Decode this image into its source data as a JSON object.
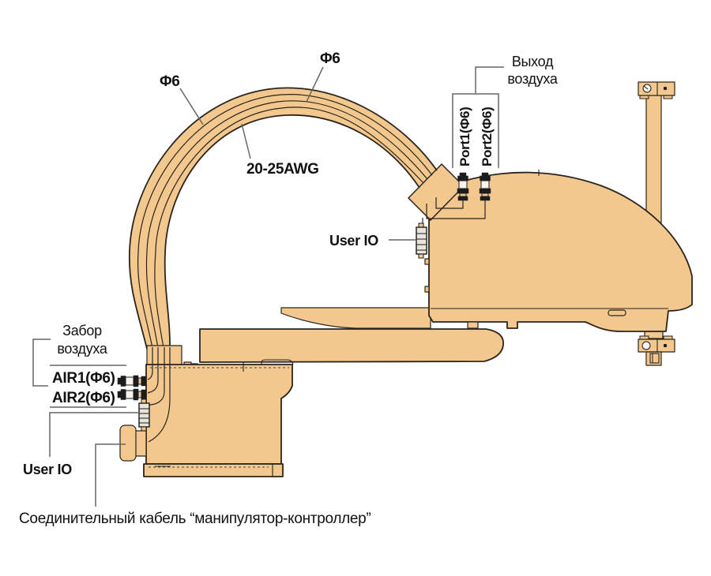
{
  "diagram": {
    "title": "SCARA manipulator pneumatic and signal connections",
    "labels": {
      "phi6_a": "Φ6",
      "phi6_b": "Φ6",
      "awg": "20-25AWG",
      "air_outlet_line1": "Выход",
      "air_outlet_line2": "воздуха",
      "port1": "Port1(Φ6)",
      "port2": "Port2(Φ6)",
      "user_io_arm": "User IO",
      "air_intake_line1": "Забор",
      "air_intake_line2": "воздуха",
      "air1": "AIR1(Φ6)",
      "air2": "AIR2(Φ6)",
      "user_io_base": "User IO",
      "cable": "Соединительный кабель “манипулятор-контроллер”"
    },
    "colors": {
      "body_fill": "#f2c88e",
      "outline": "#2a241d",
      "leader_line": "#666666",
      "text": "#111111",
      "fitting_dark": "#1c1c1c",
      "background": "#ffffff"
    }
  }
}
